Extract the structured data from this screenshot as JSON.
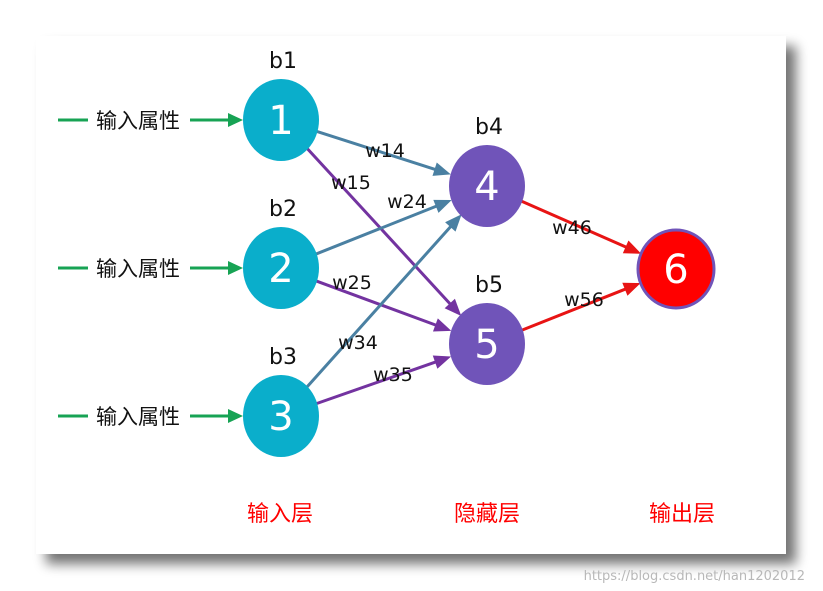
{
  "colors": {
    "input_node": "#0aaecb",
    "hidden_node": "#7054b9",
    "output_node": "#ff0000",
    "output_node_border": "#7054b9",
    "input_arrow": "#17a354",
    "weight_blue": "#4a80a2",
    "weight_purple": "#7333a0",
    "weight_red": "#e81414",
    "layer_label": "#ff0000"
  },
  "nodes": [
    {
      "id": "1",
      "label": "1",
      "bias": "b1",
      "layer": "input"
    },
    {
      "id": "2",
      "label": "2",
      "bias": "b2",
      "layer": "input"
    },
    {
      "id": "3",
      "label": "3",
      "bias": "b3",
      "layer": "input"
    },
    {
      "id": "4",
      "label": "4",
      "bias": "b4",
      "layer": "hidden"
    },
    {
      "id": "5",
      "label": "5",
      "bias": "b5",
      "layer": "hidden"
    },
    {
      "id": "6",
      "label": "6",
      "bias": "",
      "layer": "output"
    }
  ],
  "inputs": [
    {
      "label": "输入属性",
      "to": "1"
    },
    {
      "label": "输入属性",
      "to": "2"
    },
    {
      "label": "输入属性",
      "to": "3"
    }
  ],
  "edges": [
    {
      "from": "1",
      "to": "4",
      "label": "w14",
      "color": "weight_blue"
    },
    {
      "from": "1",
      "to": "5",
      "label": "w15",
      "color": "weight_purple"
    },
    {
      "from": "2",
      "to": "4",
      "label": "w24",
      "color": "weight_blue"
    },
    {
      "from": "2",
      "to": "5",
      "label": "w25",
      "color": "weight_purple"
    },
    {
      "from": "3",
      "to": "4",
      "label": "w34",
      "color": "weight_blue"
    },
    {
      "from": "3",
      "to": "5",
      "label": "w35",
      "color": "weight_purple"
    },
    {
      "from": "4",
      "to": "6",
      "label": "w46",
      "color": "weight_red"
    },
    {
      "from": "5",
      "to": "6",
      "label": "w56",
      "color": "weight_red"
    }
  ],
  "layer_labels": {
    "input": "输入层",
    "hidden": "隐藏层",
    "output": "输出层"
  },
  "watermark": "https://blog.csdn.net/han1202012"
}
